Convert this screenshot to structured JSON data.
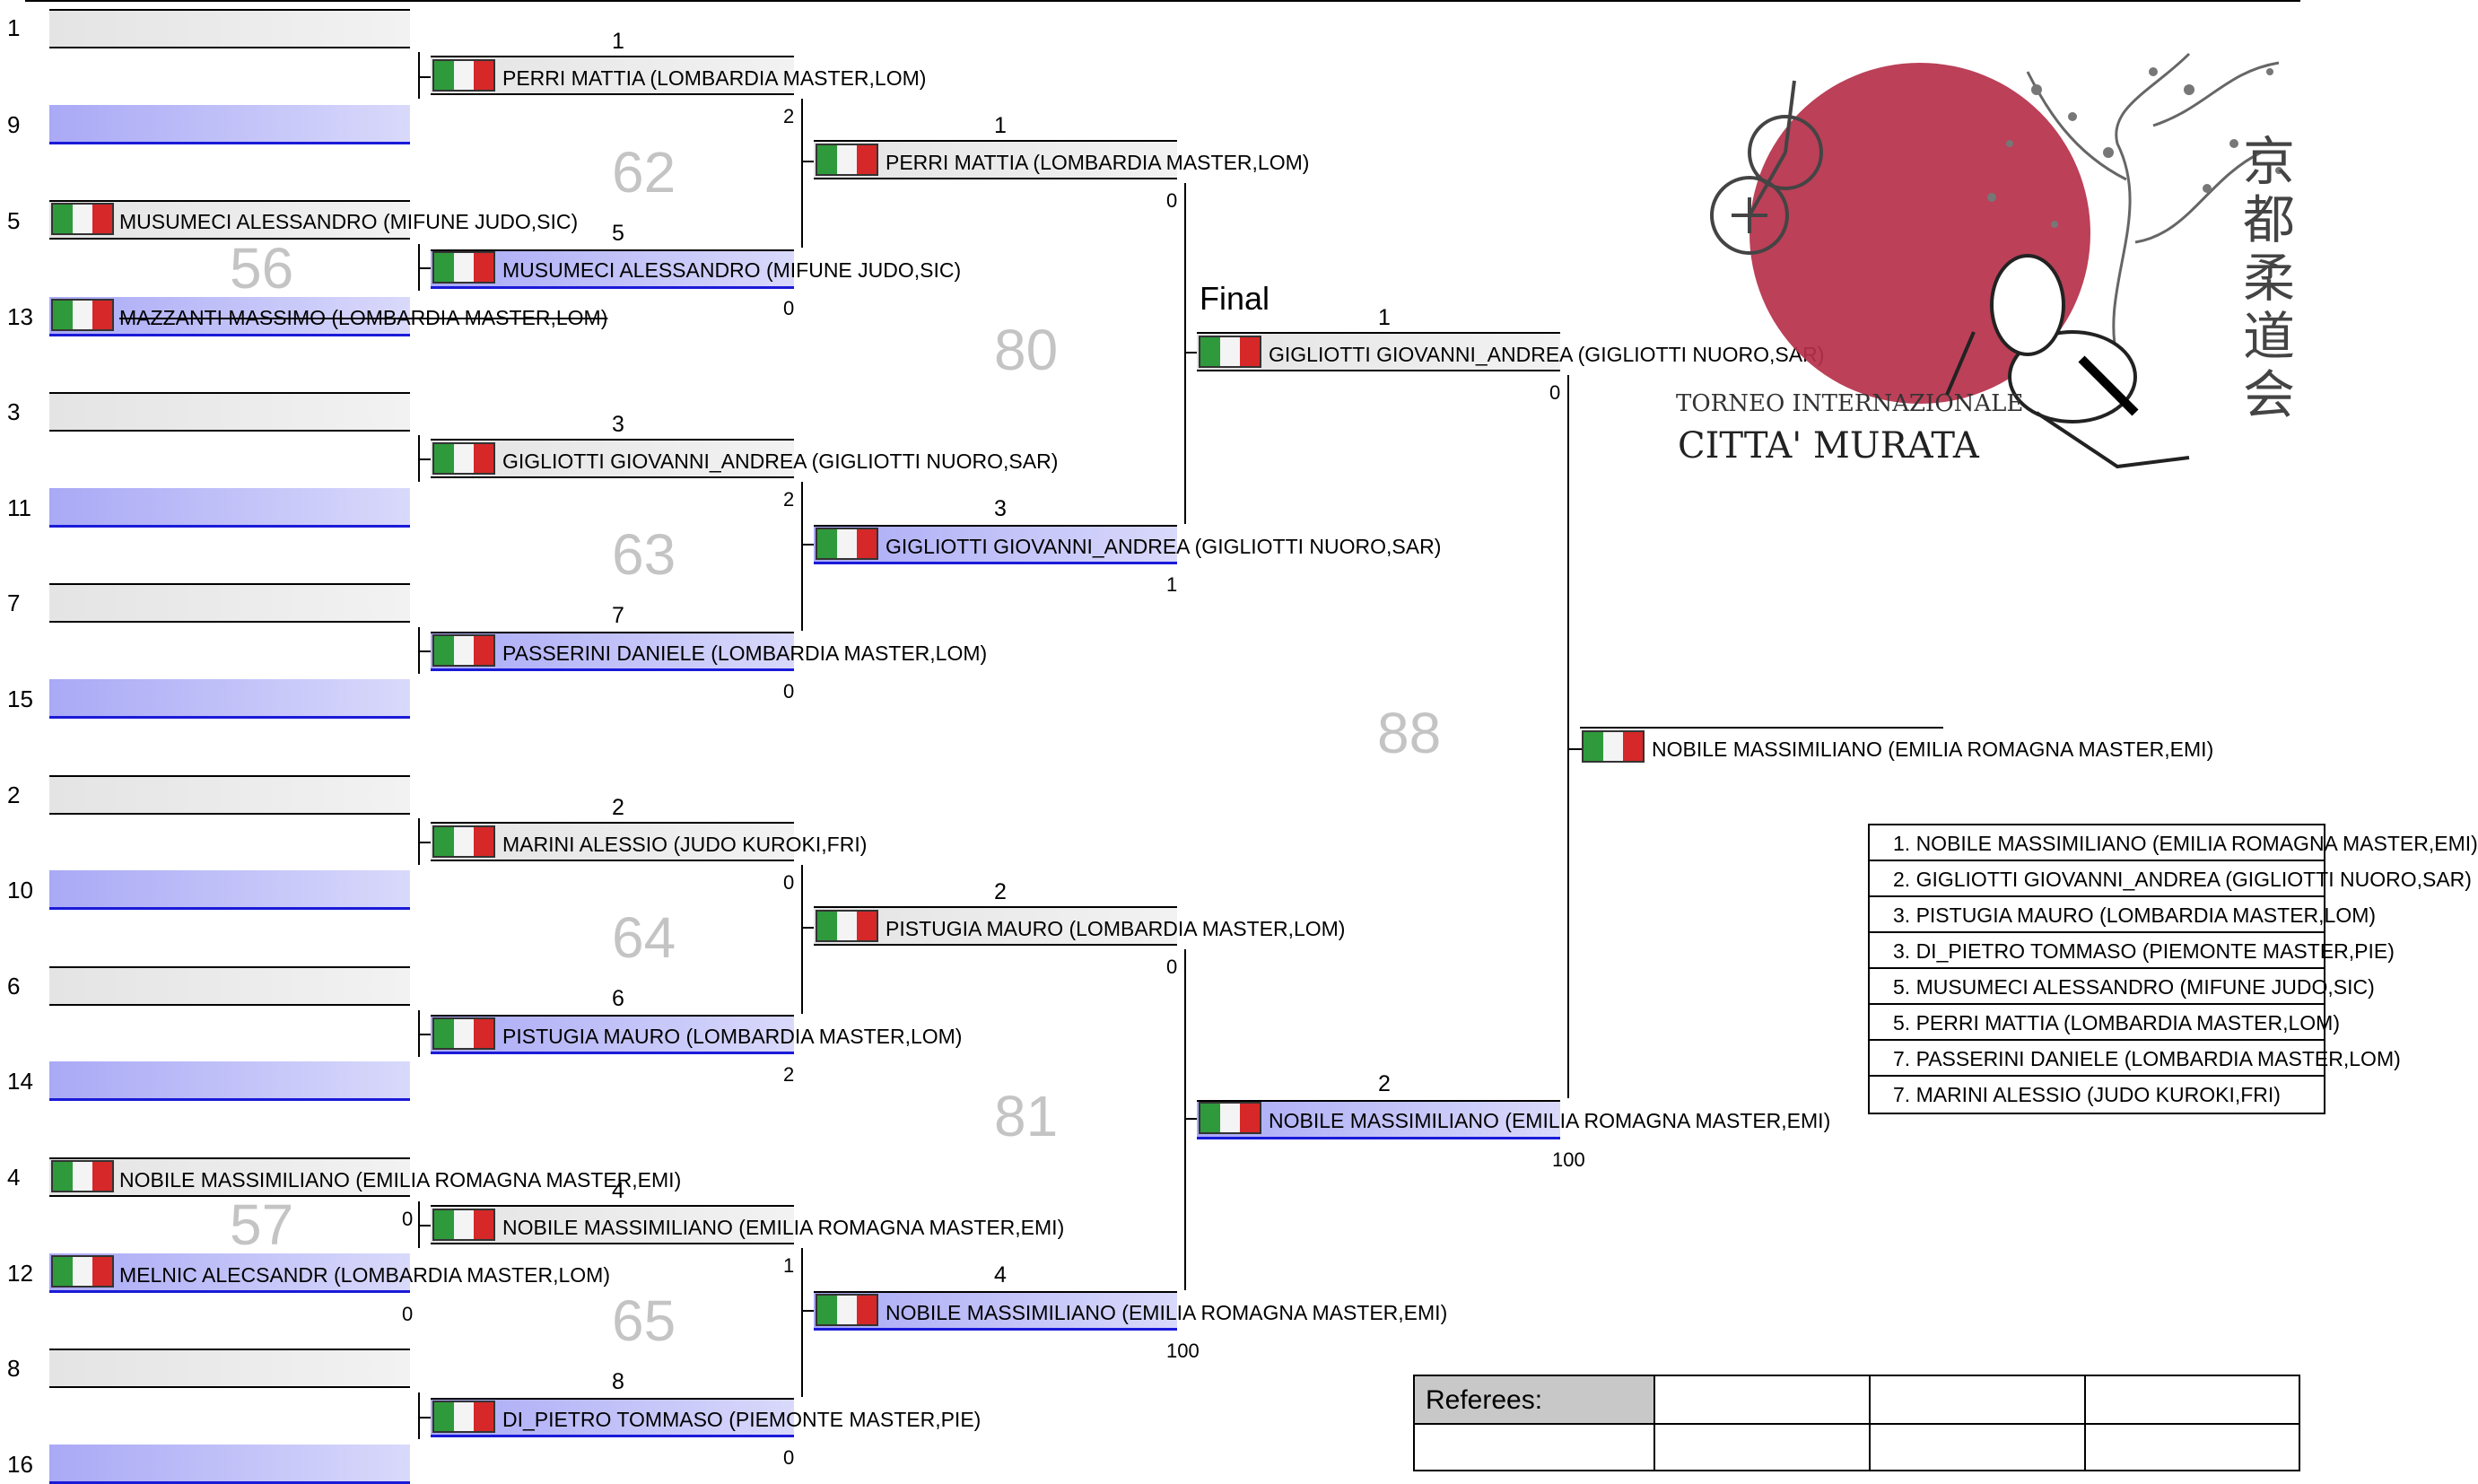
{
  "seeds_left": [
    "1",
    "9",
    "5",
    "13",
    "3",
    "11",
    "7",
    "15",
    "2",
    "10",
    "6",
    "14",
    "4",
    "12",
    "8",
    "16"
  ],
  "round1": {
    "m5a": "MUSUMECI ALESSANDRO (MIFUNE JUDO,SIC)",
    "m13a": "MAZZANTI MASSIMO (LOMBARDIA MASTER,LOM)",
    "m4a": "NOBILE MASSIMILIANO (EMILIA ROMAGNA MASTER,EMI)",
    "m12a": "MELNIC ALECSANDR (LOMBARDIA MASTER,LOM)",
    "score_12": "0",
    "match56": "56",
    "match57": "57"
  },
  "round2": {
    "r1_num": "1",
    "r1_name": "PERRI MATTIA (LOMBARDIA MASTER,LOM)",
    "r1_score": "2",
    "r2_num": "5",
    "r2_name": "MUSUMECI ALESSANDRO (MIFUNE JUDO,SIC)",
    "r2_score": "0",
    "r3_num": "3",
    "r3_name": "GIGLIOTTI GIOVANNI_ANDREA (GIGLIOTTI NUORO,SAR)",
    "r3_score": "2",
    "r4_num": "7",
    "r4_name": "PASSERINI DANIELE (LOMBARDIA MASTER,LOM)",
    "r4_score": "0",
    "r5_num": "2",
    "r5_name": "MARINI ALESSIO (JUDO KUROKI,FRI)",
    "r5_score": "0",
    "r6_num": "6",
    "r6_name": "PISTUGIA MAURO (LOMBARDIA MASTER,LOM)",
    "r6_score": "2",
    "r7_num": "4",
    "r7_name": "NOBILE MASSIMILIANO (EMILIA ROMAGNA MASTER,EMI)",
    "r7_score_left": "0",
    "r7_score": "1",
    "r8_num": "8",
    "r8_name": "DI_PIETRO TOMMASO (PIEMONTE MASTER,PIE)",
    "r8_score": "0",
    "match62": "62",
    "match63": "63",
    "match64": "64",
    "match65": "65"
  },
  "round3": {
    "q1_num": "1",
    "q1_name": "PERRI MATTIA (LOMBARDIA MASTER,LOM)",
    "q1_score": "0",
    "q2_num": "3",
    "q2_name": "GIGLIOTTI GIOVANNI_ANDREA (GIGLIOTTI NUORO,SAR)",
    "q2_score": "1",
    "q3_num": "2",
    "q3_name": "PISTUGIA MAURO (LOMBARDIA MASTER,LOM)",
    "q3_score": "0",
    "q4_num": "4",
    "q4_name": "NOBILE MASSIMILIANO (EMILIA ROMAGNA MASTER,EMI)",
    "q4_score": "100",
    "match80": "80",
    "match81": "81"
  },
  "final": {
    "label": "Final",
    "f1_num": "1",
    "f1_name": "GIGLIOTTI GIOVANNI_ANDREA (GIGLIOTTI NUORO,SAR)",
    "f1_score": "0",
    "f2_num": "2",
    "f2_name": "NOBILE MASSIMILIANO (EMILIA ROMAGNA MASTER,EMI)",
    "f2_score": "100",
    "match88": "88",
    "winner": "NOBILE MASSIMILIANO (EMILIA ROMAGNA MASTER,EMI)"
  },
  "results": [
    "1. NOBILE MASSIMILIANO (EMILIA ROMAGNA MASTER,EMI)",
    "2. GIGLIOTTI GIOVANNI_ANDREA (GIGLIOTTI NUORO,SAR)",
    "3. PISTUGIA MAURO (LOMBARDIA MASTER,LOM)",
    "3. DI_PIETRO TOMMASO (PIEMONTE MASTER,PIE)",
    "5. MUSUMECI ALESSANDRO (MIFUNE JUDO,SIC)",
    "5. PERRI MATTIA (LOMBARDIA MASTER,LOM)",
    "7. PASSERINI DANIELE (LOMBARDIA MASTER,LOM)",
    "7. MARINI ALESSIO (JUDO KUROKI,FRI)"
  ],
  "referees_label": "Referees:",
  "logo": {
    "text_line1": "TORNEO INTERNAZIONALE",
    "text_line2": "CITTA' MURATA",
    "kanji": "京都柔道会",
    "sun_color": "#b5304a"
  },
  "colors": {
    "blue_line": "#1a1ad8",
    "match_number_gray": "#c4c4c4",
    "flag_green": "#2e9a3c",
    "flag_red": "#d62828"
  }
}
